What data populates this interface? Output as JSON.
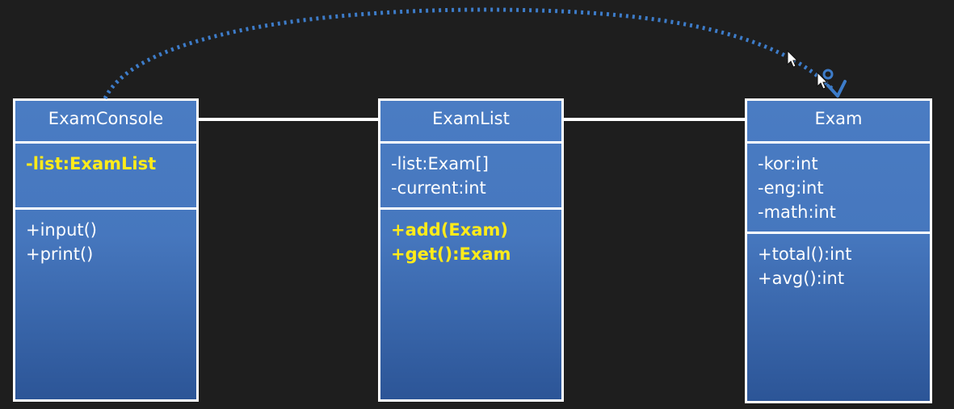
{
  "diagram": {
    "classes": [
      {
        "id": "exam-console",
        "name": "ExamConsole",
        "attributes": [
          {
            "text": "-list:ExamList",
            "highlight": true
          }
        ],
        "operations": [
          {
            "text": "+input()",
            "highlight": false
          },
          {
            "text": "+print()",
            "highlight": false
          }
        ]
      },
      {
        "id": "exam-list",
        "name": "ExamList",
        "attributes": [
          {
            "text": "-list:Exam[]",
            "highlight": false
          },
          {
            "text": "-current:int",
            "highlight": false
          }
        ],
        "operations": [
          {
            "text": "+add(Exam)",
            "highlight": true
          },
          {
            "text": "+get():Exam",
            "highlight": true
          }
        ]
      },
      {
        "id": "exam",
        "name": "Exam",
        "attributes": [
          {
            "text": "-kor:int",
            "highlight": false
          },
          {
            "text": "-eng:int",
            "highlight": false
          },
          {
            "text": "-math:int",
            "highlight": false
          }
        ],
        "operations": [
          {
            "text": "+total():int",
            "highlight": false
          },
          {
            "text": "+avg():int",
            "highlight": false
          }
        ]
      }
    ]
  },
  "colors": {
    "background": "#1e1e1e",
    "box_fill": "#4a7cc3",
    "border": "#ffffff",
    "text": "#ffffff",
    "highlight_text": "#ffeb1a",
    "dotted_arrow": "#3d7cc9"
  },
  "icons": {
    "cursor_primary": "mouse-pointer-icon",
    "cursor_secondary": "mouse-pointer-icon"
  }
}
